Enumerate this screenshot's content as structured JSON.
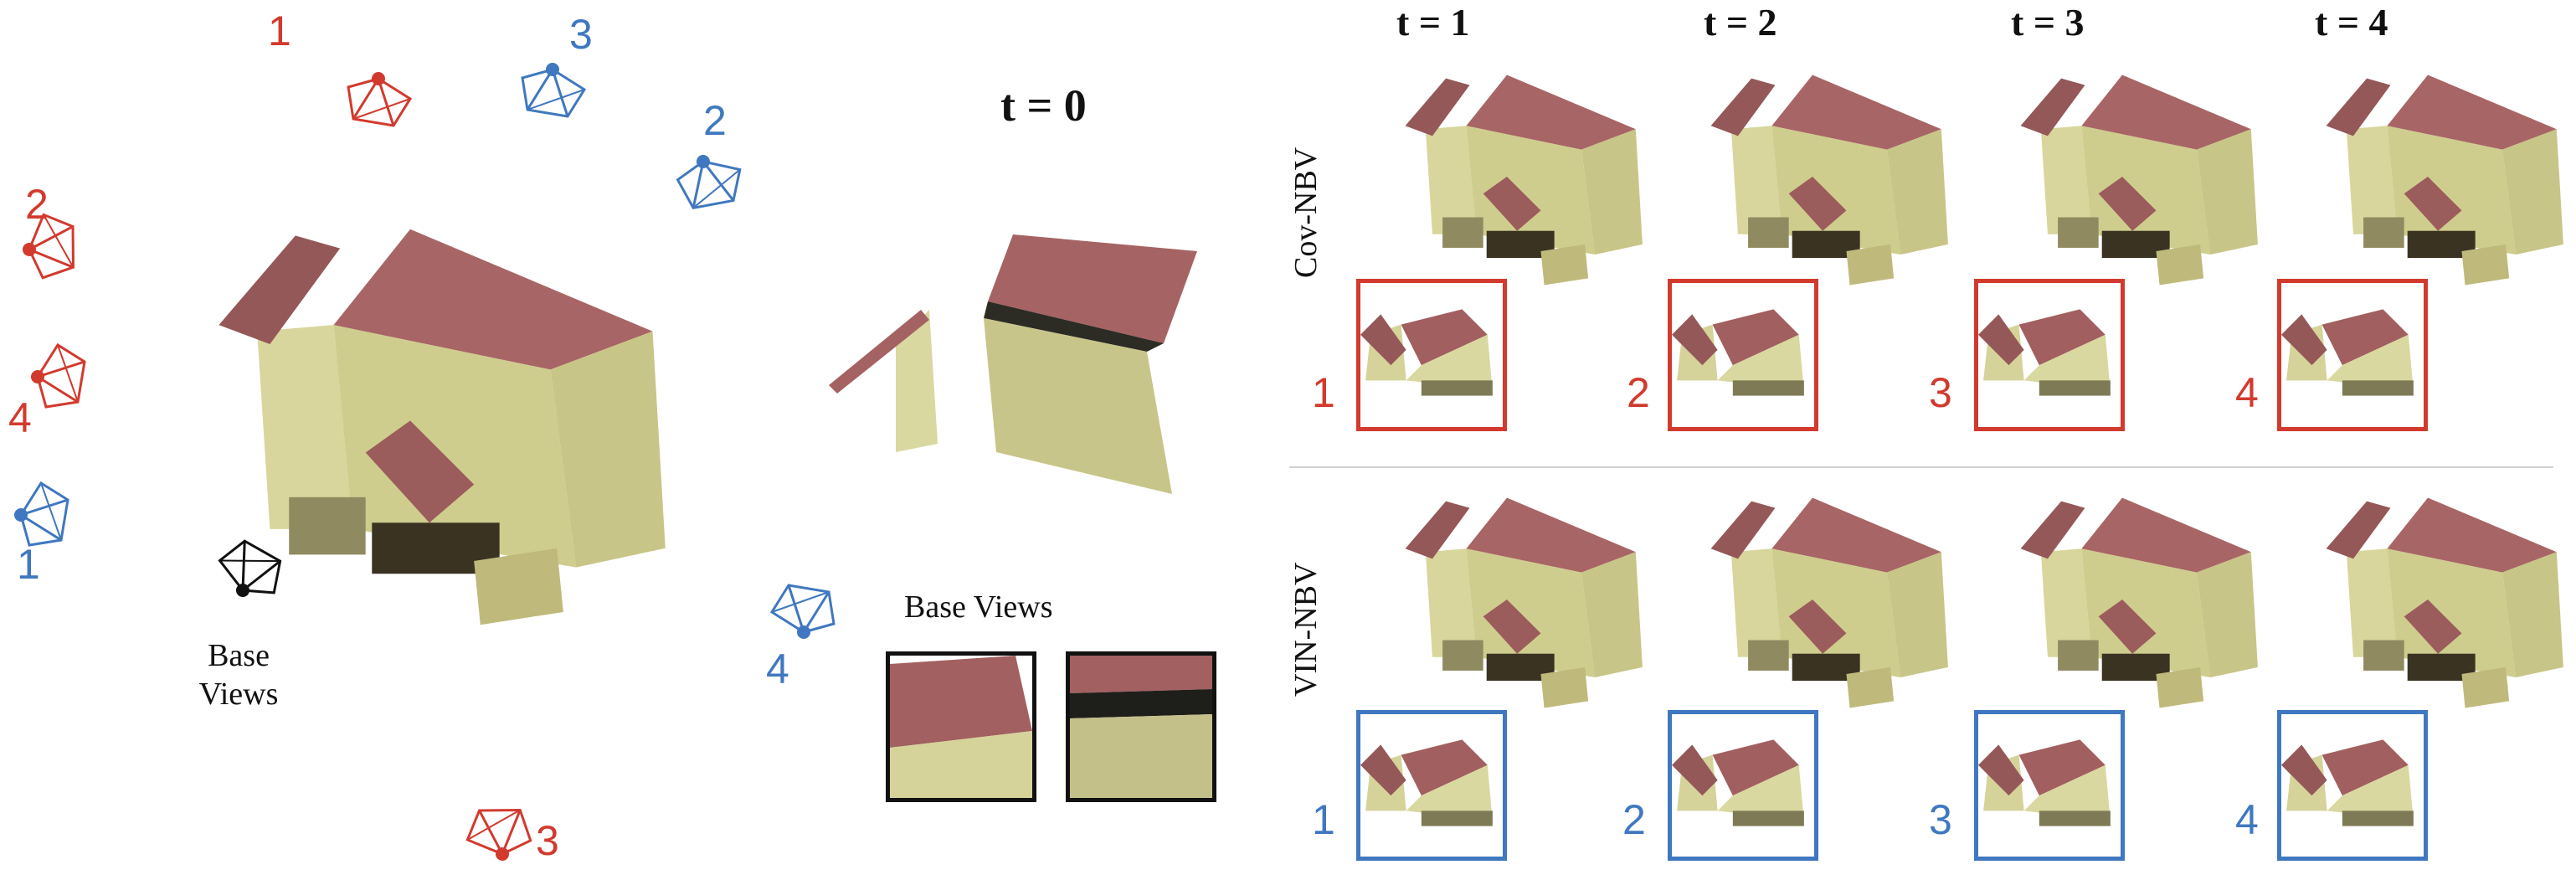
{
  "left_panel": {
    "base_views_label": "Base\nViews",
    "cameras_red": [
      {
        "label": "1"
      },
      {
        "label": "2"
      },
      {
        "label": "4"
      },
      {
        "label": "3"
      }
    ],
    "cameras_blue": [
      {
        "label": "3"
      },
      {
        "label": "2"
      },
      {
        "label": "1"
      },
      {
        "label": "4"
      }
    ]
  },
  "middle_panel": {
    "title": "t = 0",
    "base_views_label": "Base Views"
  },
  "right_panel": {
    "column_headers": [
      "t = 1",
      "t = 2",
      "t = 3",
      "t = 4"
    ],
    "rows": [
      {
        "label": "Cov-NBV",
        "color": "#d23a2e",
        "view_numbers": [
          "1",
          "2",
          "3",
          "4"
        ]
      },
      {
        "label": "VIN-NBV",
        "color": "#3f78c0",
        "view_numbers": [
          "1",
          "2",
          "3",
          "4"
        ]
      }
    ]
  },
  "colors": {
    "red": "#d23a2e",
    "blue": "#3f78c0",
    "roof": "#9a5a5a",
    "wall": "#d9d8a0",
    "camera_black": "#111111"
  }
}
